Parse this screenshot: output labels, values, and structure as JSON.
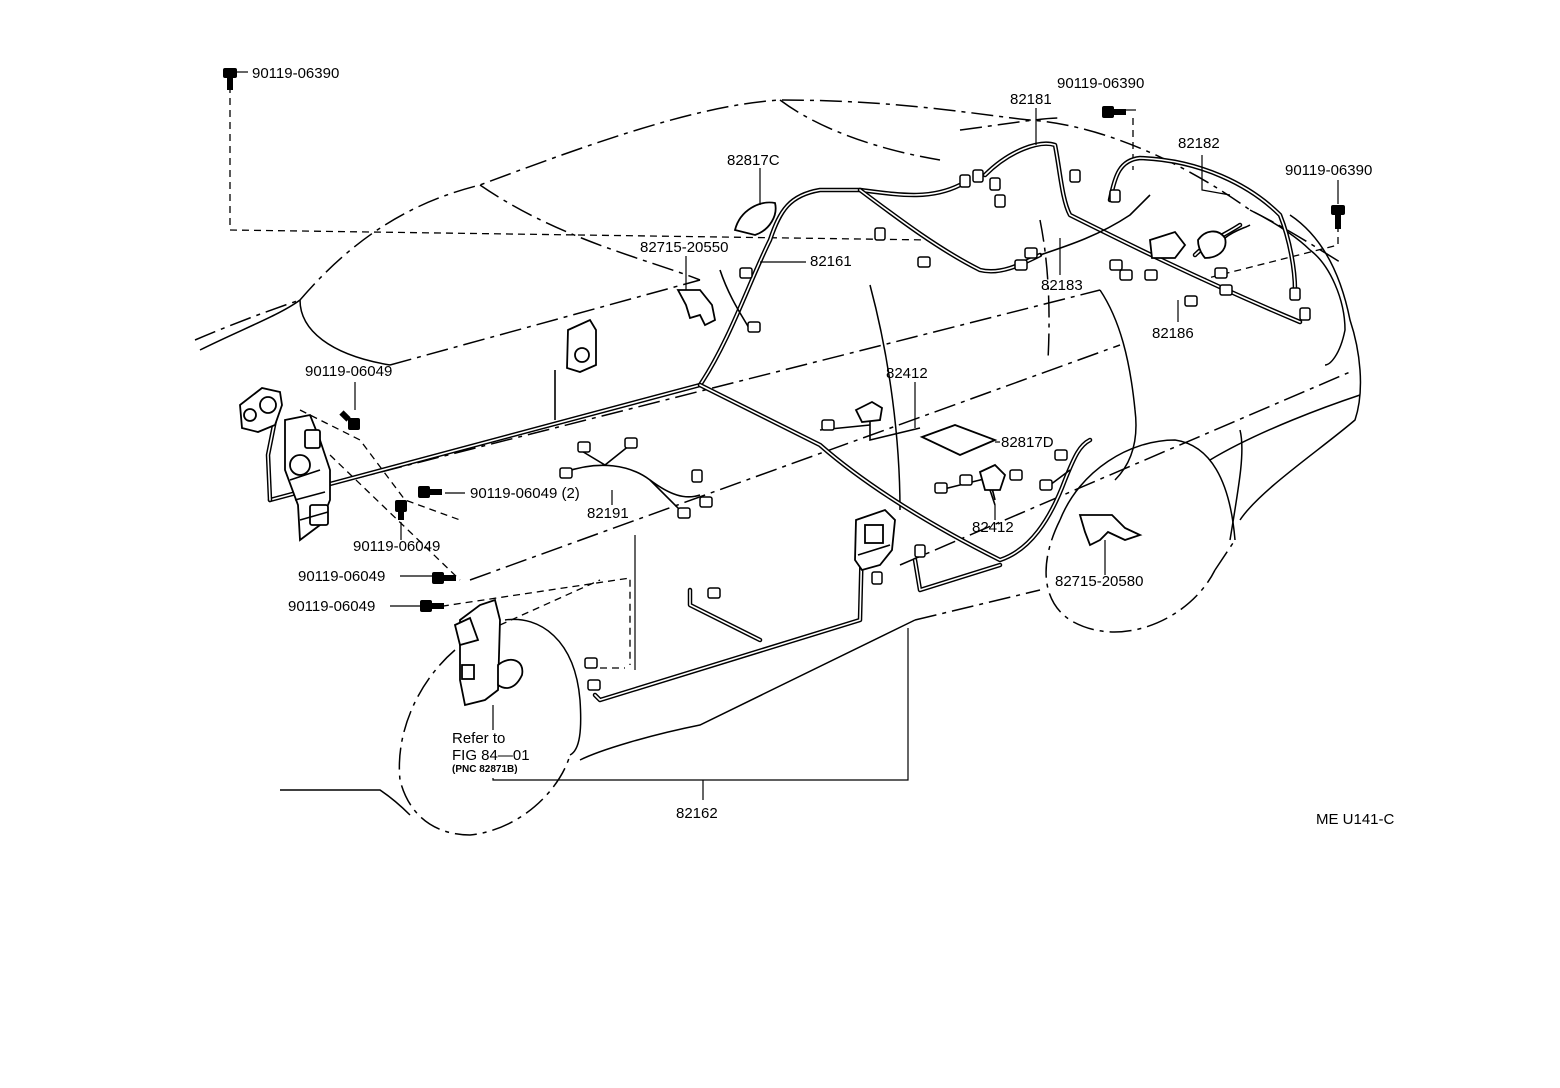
{
  "diagram_code": "ME U141-C",
  "labels": {
    "bolt_06390_top": "90119-06390",
    "bolt_06390_mid": "90119-06390",
    "bolt_06390_right": "90119-06390",
    "wire_82181": "82181",
    "wire_82182": "82182",
    "pad_82817c": "82817C",
    "bracket_82715_20550": "82715-20550",
    "wire_82161": "82161",
    "wire_82183": "82183",
    "wire_82186": "82186",
    "sensor_82412_upper": "82412",
    "pad_82817d": "82817D",
    "sensor_82412_lower": "82412",
    "bolt_06049_a": "90119-06049",
    "bolt_06049_b": "90119-06049 (2)",
    "bolt_06049_c": "90119-06049",
    "bolt_06049_d": "90119-06049",
    "bolt_06049_e": "90119-06049",
    "wire_82191": "82191",
    "bracket_82715_20580": "82715-20580",
    "wire_82162": "82162",
    "refer_line1": "Refer to",
    "refer_line2": "FIG 84—01",
    "refer_line3": "(PNC 82871B)"
  }
}
